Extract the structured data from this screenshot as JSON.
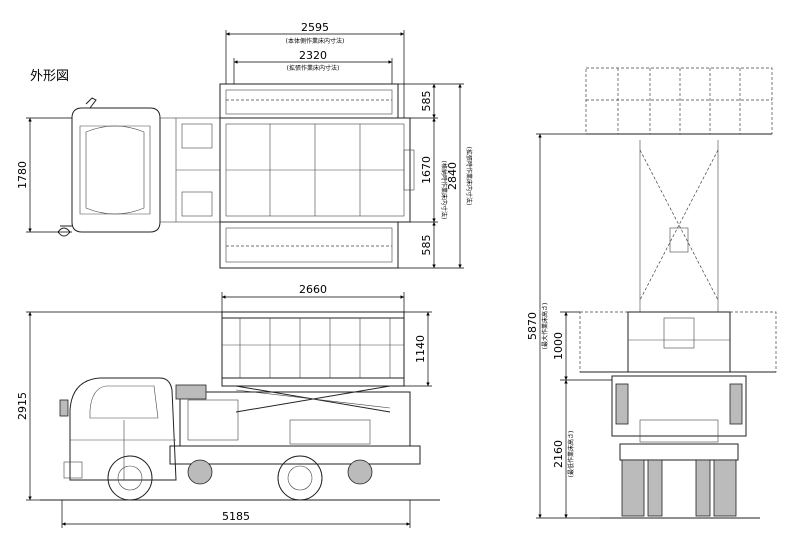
{
  "title": "外形図",
  "top_view": {
    "width_body_floor": "2595",
    "width_body_floor_note": "(本体側作業床内寸法)",
    "width_ext_floor": "2320",
    "width_ext_floor_note": "(拡張作業床内寸法)",
    "ext_top": "585",
    "floor_contracted": "1670",
    "floor_contracted_note": "(格納時作業床内寸法)",
    "floor_extended": "2840",
    "floor_extended_note": "(拡張時作業床内寸法)",
    "ext_bottom": "585",
    "vehicle_width": "1780"
  },
  "side_view": {
    "platform_length": "2660",
    "rail_height": "1140",
    "overall_height": "2915",
    "overall_length": "5185"
  },
  "rear_view": {
    "max_height": "5870",
    "max_height_note": "(最大作業床高さ)",
    "rail_height": "1000",
    "min_height": "2160",
    "min_height_note": "(最低作業床高さ)"
  }
}
